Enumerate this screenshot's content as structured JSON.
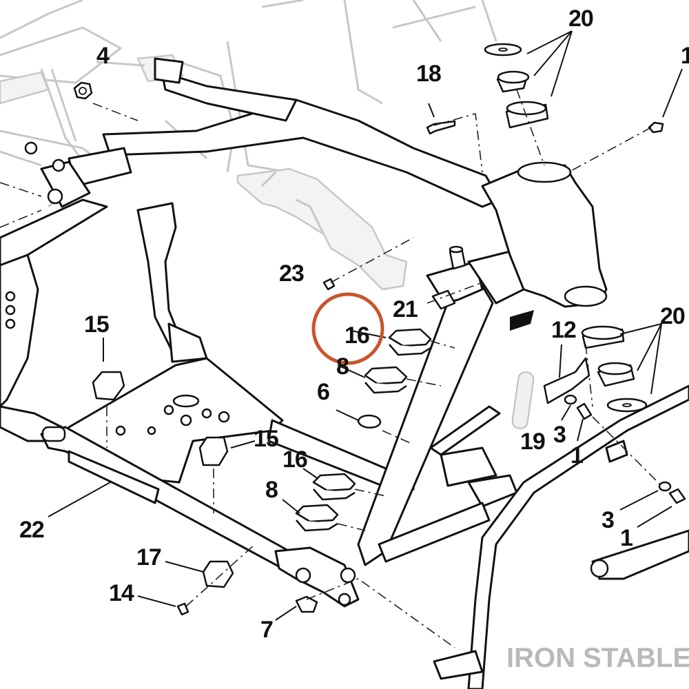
{
  "brand": {
    "text": "IRON STABLE",
    "color": "#b9b9b9"
  },
  "highlight": {
    "label": "16",
    "color": "#c8552c"
  },
  "callouts": [
    {
      "id": "c-4",
      "text": "4"
    },
    {
      "id": "c-20-top",
      "text": "20"
    },
    {
      "id": "c-1-top",
      "text": "1"
    },
    {
      "id": "c-18",
      "text": "18"
    },
    {
      "id": "c-23",
      "text": "23"
    },
    {
      "id": "c-21",
      "text": "21"
    },
    {
      "id": "c-16-highlight",
      "text": "16"
    },
    {
      "id": "c-8-top",
      "text": "8"
    },
    {
      "id": "c-6",
      "text": "6"
    },
    {
      "id": "c-15-left",
      "text": "15"
    },
    {
      "id": "c-15-mid",
      "text": "15"
    },
    {
      "id": "c-16-lower",
      "text": "16"
    },
    {
      "id": "c-8-lower",
      "text": "8"
    },
    {
      "id": "c-12",
      "text": "12"
    },
    {
      "id": "c-20-right",
      "text": "20"
    },
    {
      "id": "c-19",
      "text": "19"
    },
    {
      "id": "c-3-mid",
      "text": "3"
    },
    {
      "id": "c-1-mid",
      "text": "1"
    },
    {
      "id": "c-3-low",
      "text": "3"
    },
    {
      "id": "c-1-low",
      "text": "1"
    },
    {
      "id": "c-22",
      "text": "22"
    },
    {
      "id": "c-17",
      "text": "17"
    },
    {
      "id": "c-14",
      "text": "14"
    },
    {
      "id": "c-7",
      "text": "7"
    }
  ]
}
